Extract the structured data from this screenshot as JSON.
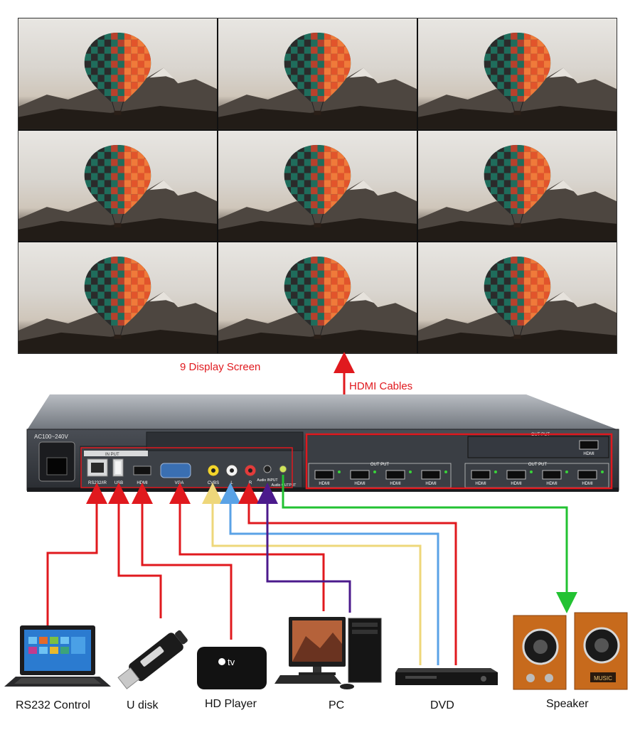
{
  "wall": {
    "screen_count": 9
  },
  "labels": {
    "display_screen": "9 Display Screen",
    "hdmi_cables": "HDMI Cables"
  },
  "device": {
    "power_label": "AC100~240V",
    "input_header": "IN PUT",
    "output_header": "OUT PUT",
    "ports": {
      "rs232": "RS232/IR",
      "usb": "USB",
      "hdmi_in": "HDMI",
      "vga": "VGA",
      "cvbs": "CVBS",
      "l": "L",
      "r": "R",
      "audio_input": "Audio INPUT",
      "audio_output": "Audio OUTPUT",
      "hdmi_out": "HDMI"
    }
  },
  "sources": {
    "rs232_control": "RS232 Control",
    "u_disk": "U disk",
    "hd_player": "HD Player",
    "pc": "PC",
    "dvd": "DVD",
    "speaker": "Speaker"
  },
  "device_text": {
    "tv": "tv",
    "music": "MUSIC"
  },
  "colors": {
    "red": "#e0191e",
    "yellow": "#eed77a",
    "blue": "#5aa2e6",
    "purple": "#4b1a8c",
    "green": "#22c232",
    "panel": "#3a3d42"
  }
}
